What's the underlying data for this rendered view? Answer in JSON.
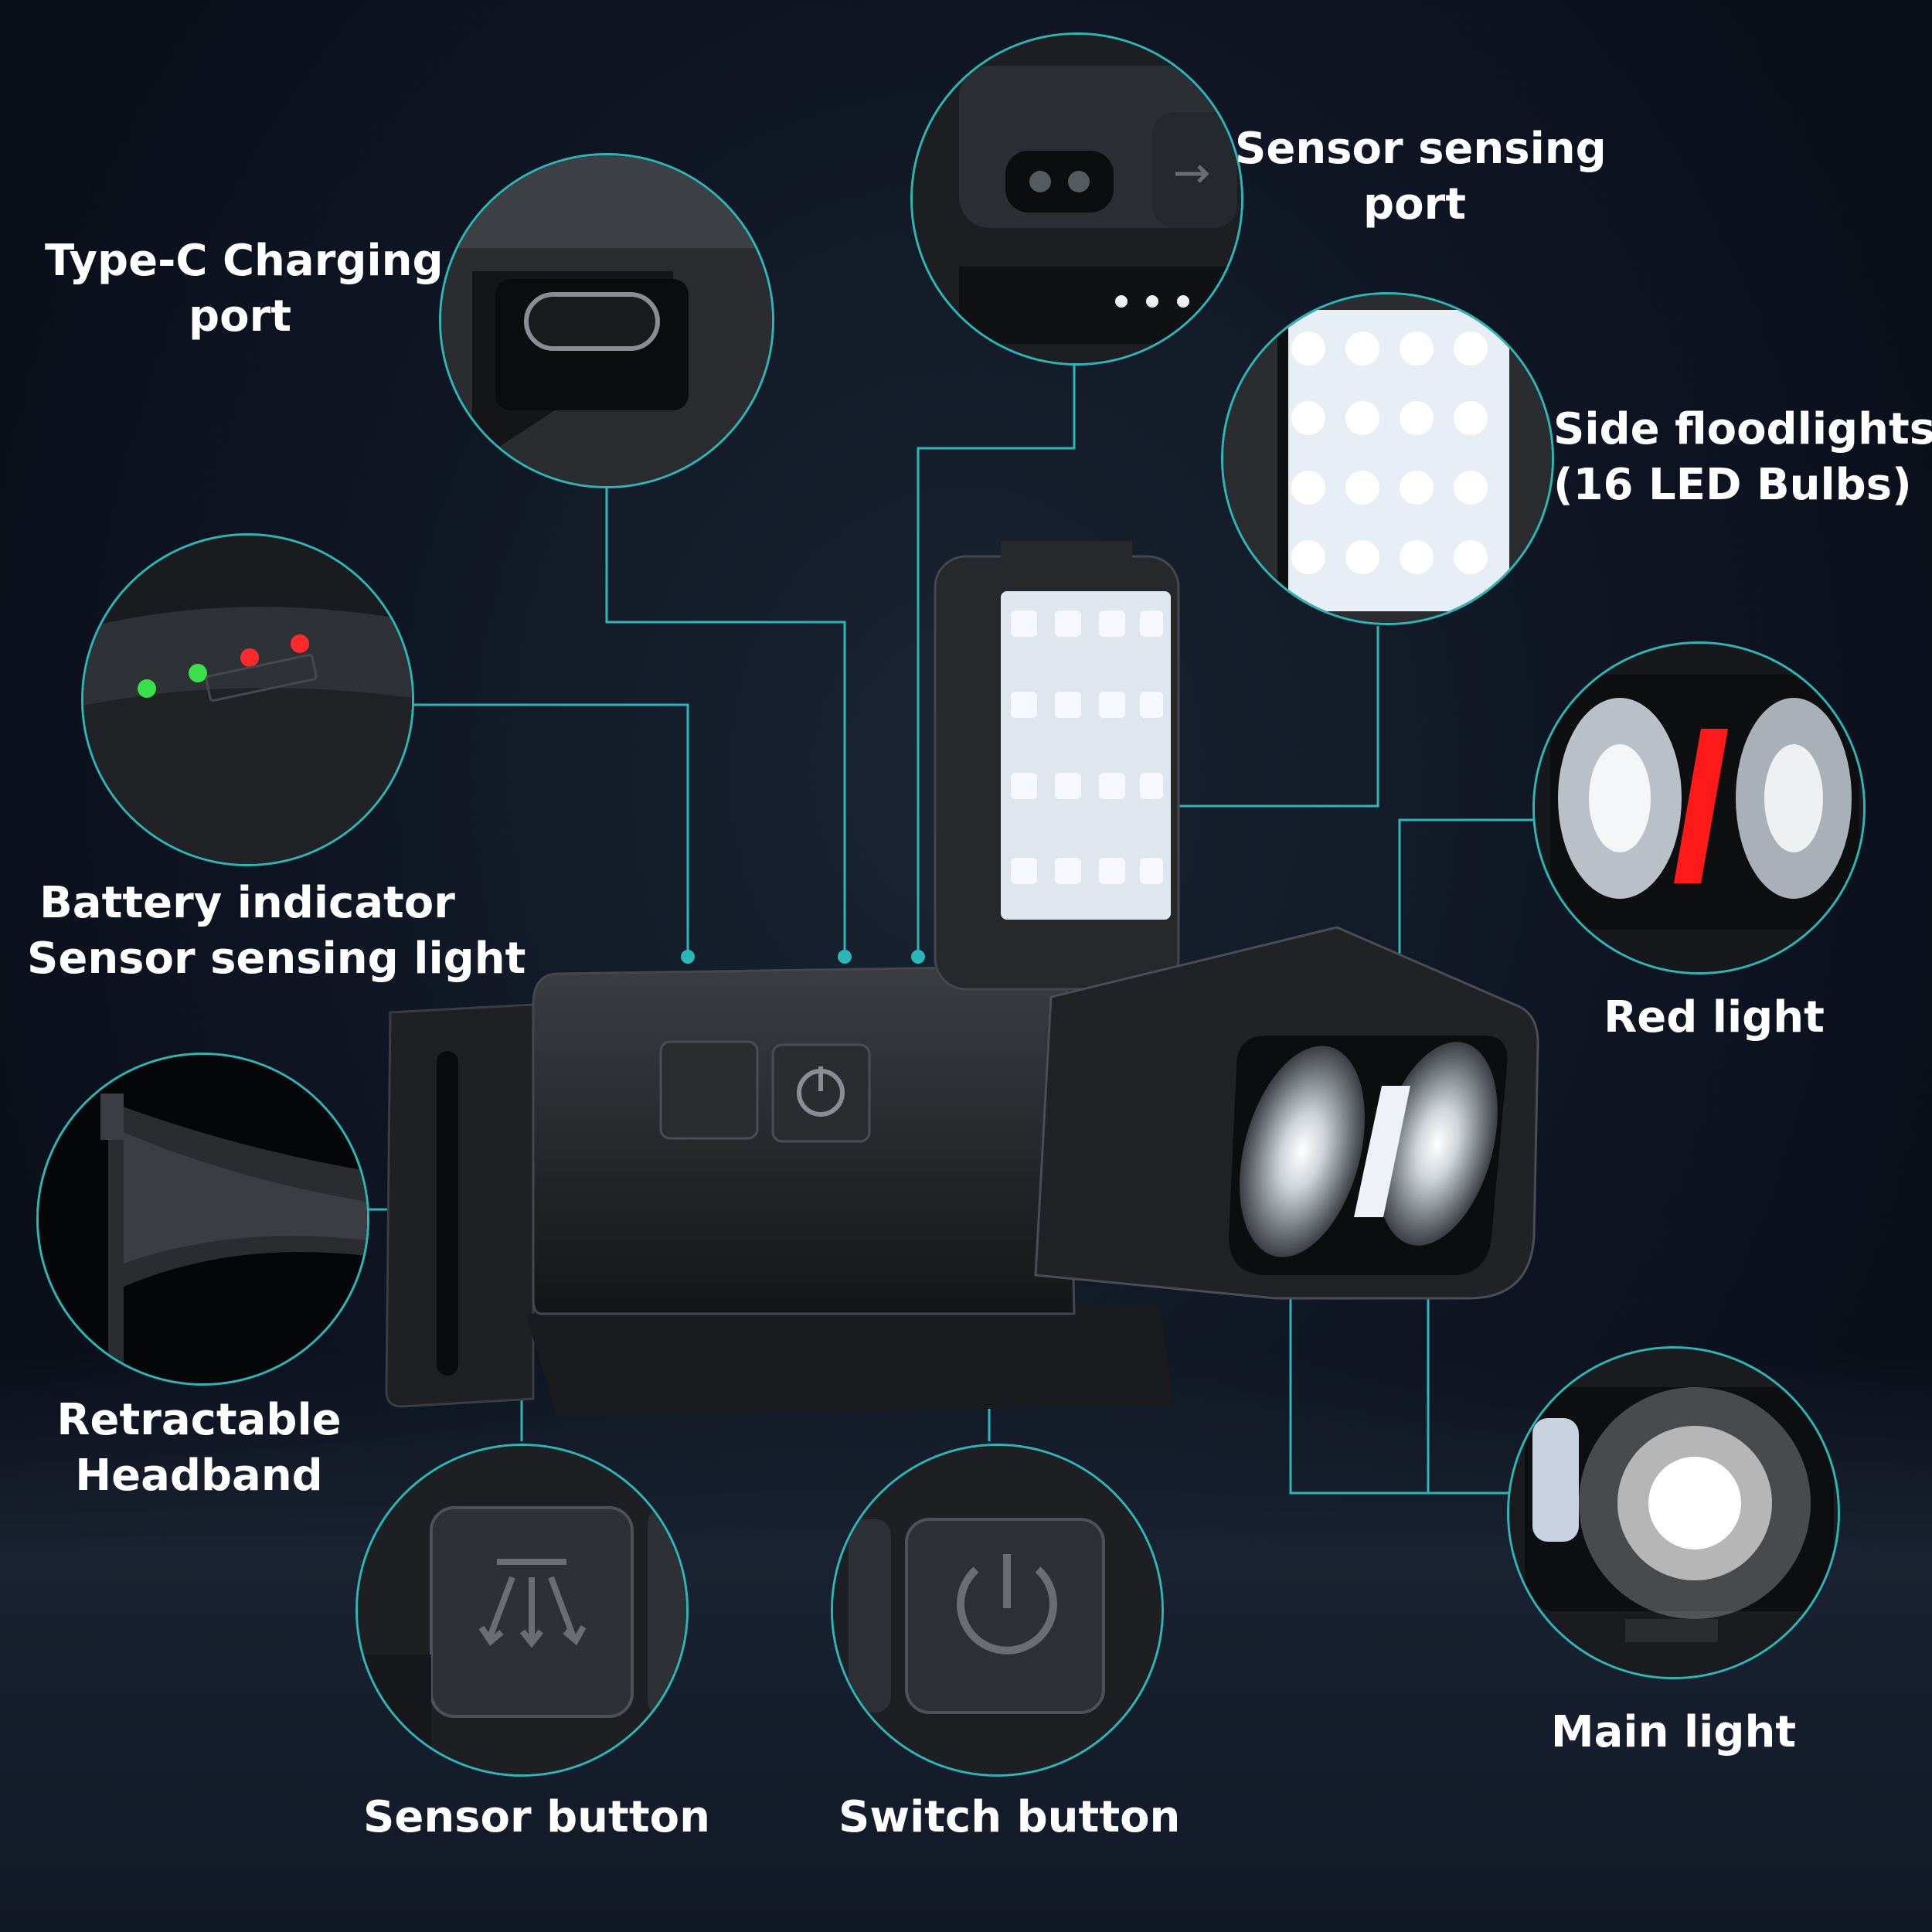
{
  "labels": {
    "type_c": [
      "Type-C Charging",
      "port"
    ],
    "sensor_port": [
      "Sensor sensing",
      "port"
    ],
    "side_flood": [
      "Side floodlights",
      "(16 LED Bulbs)"
    ],
    "battery": [
      "Battery indicator",
      "Sensor sensing light"
    ],
    "red_light": [
      "Red light"
    ],
    "headband": [
      "Retractable",
      "Headband"
    ],
    "main_light": [
      "Main light"
    ],
    "sensor_button": [
      "Sensor button"
    ],
    "switch_button": [
      "Switch button"
    ]
  },
  "icons": {
    "power": "power-icon",
    "sensor": "sensor-wave-icon",
    "usb": "usb-icon"
  },
  "colors": {
    "accent": "#2bb7b7",
    "indicator_green": "#39e04a",
    "indicator_red": "#ff2a2a",
    "red_light": "#ff1a1a"
  }
}
